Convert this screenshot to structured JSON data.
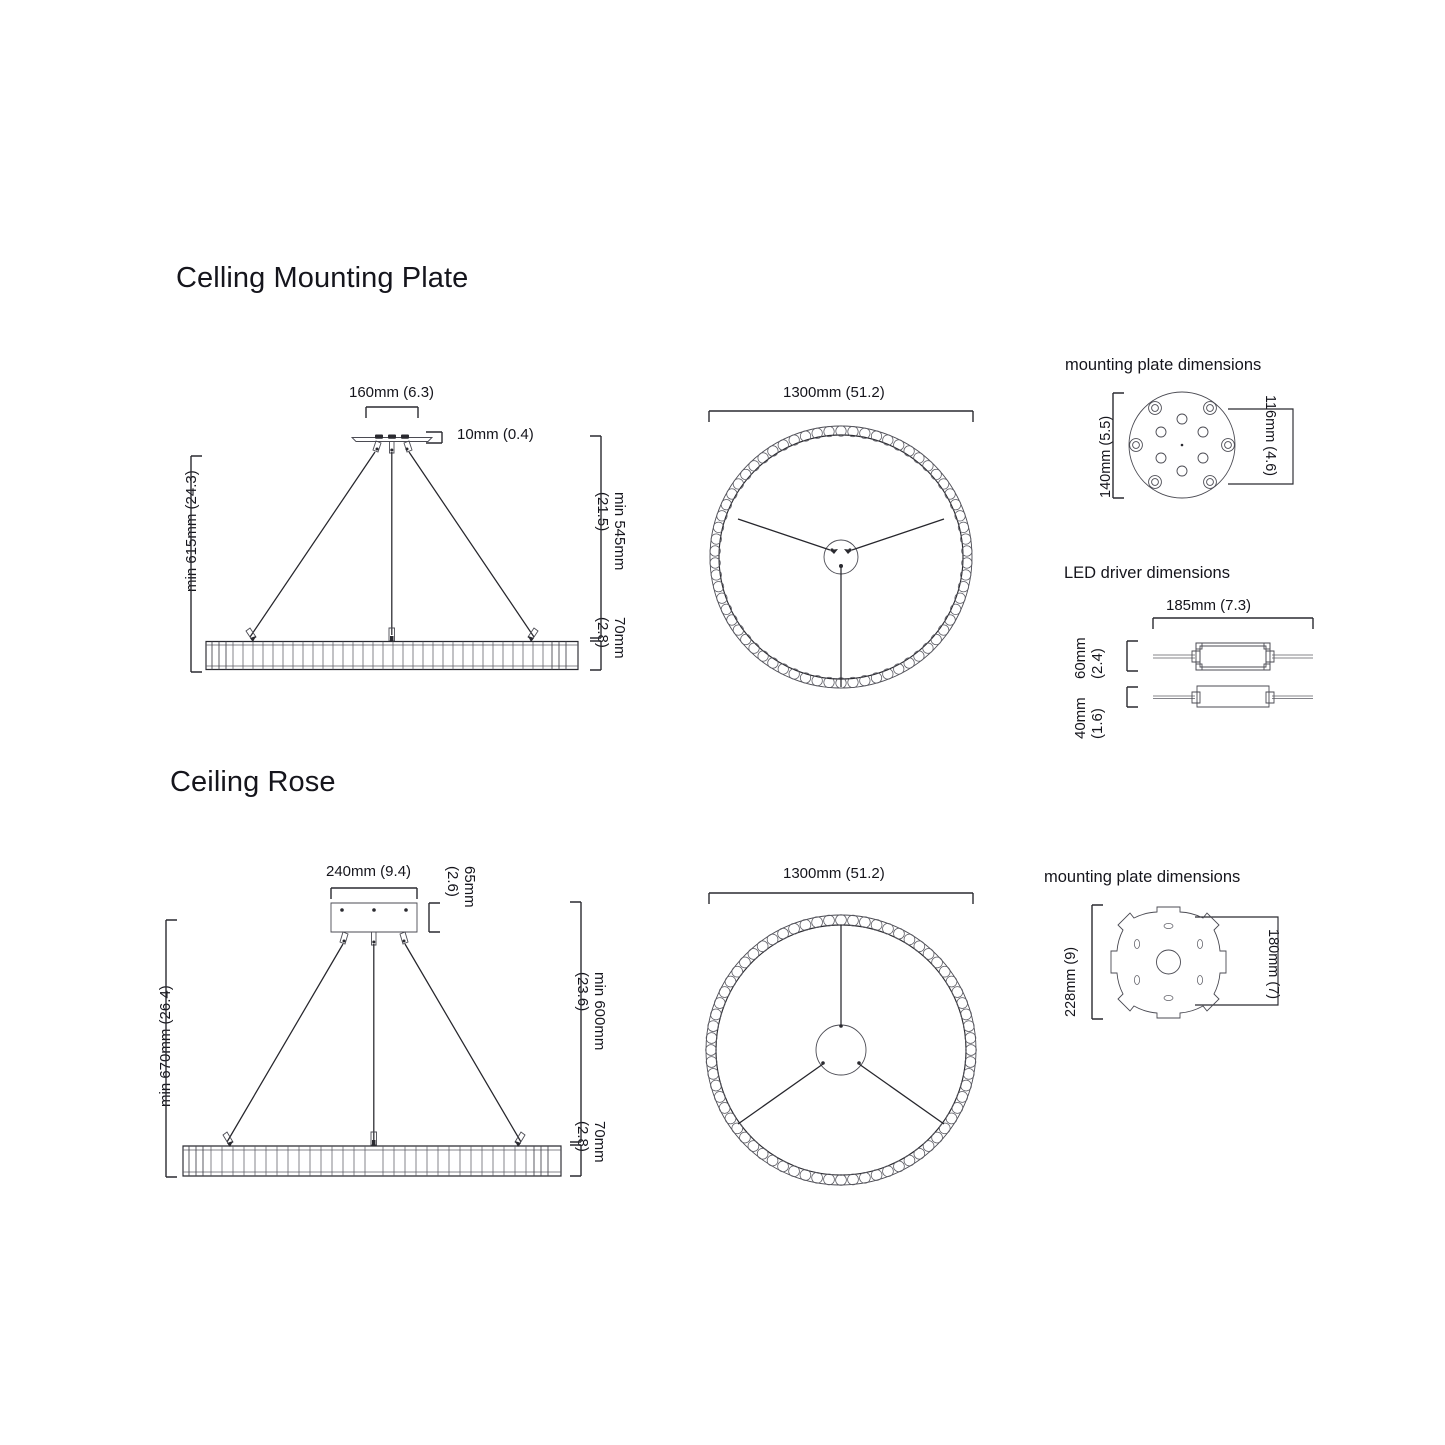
{
  "page": {
    "background": "#ffffff",
    "ink": "#1a1a22"
  },
  "sections": [
    {
      "id": "celling-mounting-plate",
      "title": "Celling Mounting Plate",
      "elevation": {
        "top_width": "160mm (6.3)",
        "plate_thickness": "10mm (0.4)",
        "total_height": "min 615mm (24.3)",
        "drop_height_line1": "min 545mm",
        "drop_height_line2": "(21.5)",
        "fixture_height_line1": "70mm",
        "fixture_height_line2": "(2.8)"
      },
      "plan": {
        "diameter": "1300mm (51.2)"
      },
      "details": [
        {
          "id": "mounting-plate-detail-top",
          "title": "mounting plate dimensions",
          "height_dim": "140mm (5.5)",
          "width_dim": "116mm (4.6)"
        },
        {
          "id": "led-driver-detail",
          "title": "LED driver dimensions",
          "length_dim": "185mm (7.3)",
          "body_height_line1": "60mm",
          "body_height_line2": "(2.4)",
          "side_height_line1": "40mm",
          "side_height_line2": "(1.6)"
        }
      ]
    },
    {
      "id": "ceiling-rose",
      "title": "Ceiling Rose",
      "elevation": {
        "top_width": "240mm (9.4)",
        "rose_height_line1": "65mm",
        "rose_height_line2": "(2.6)",
        "total_height": "min 670mm (26.4)",
        "drop_height_line1": "min 600mm",
        "drop_height_line2": "(23.6)",
        "fixture_height_line1": "70mm",
        "fixture_height_line2": "(2.8)"
      },
      "plan": {
        "diameter": "1300mm (51.2)"
      },
      "details": [
        {
          "id": "mounting-plate-detail-bottom",
          "title": "mounting plate dimensions",
          "height_dim": "228mm (9)",
          "width_dim": "180mm (7)"
        }
      ]
    }
  ]
}
